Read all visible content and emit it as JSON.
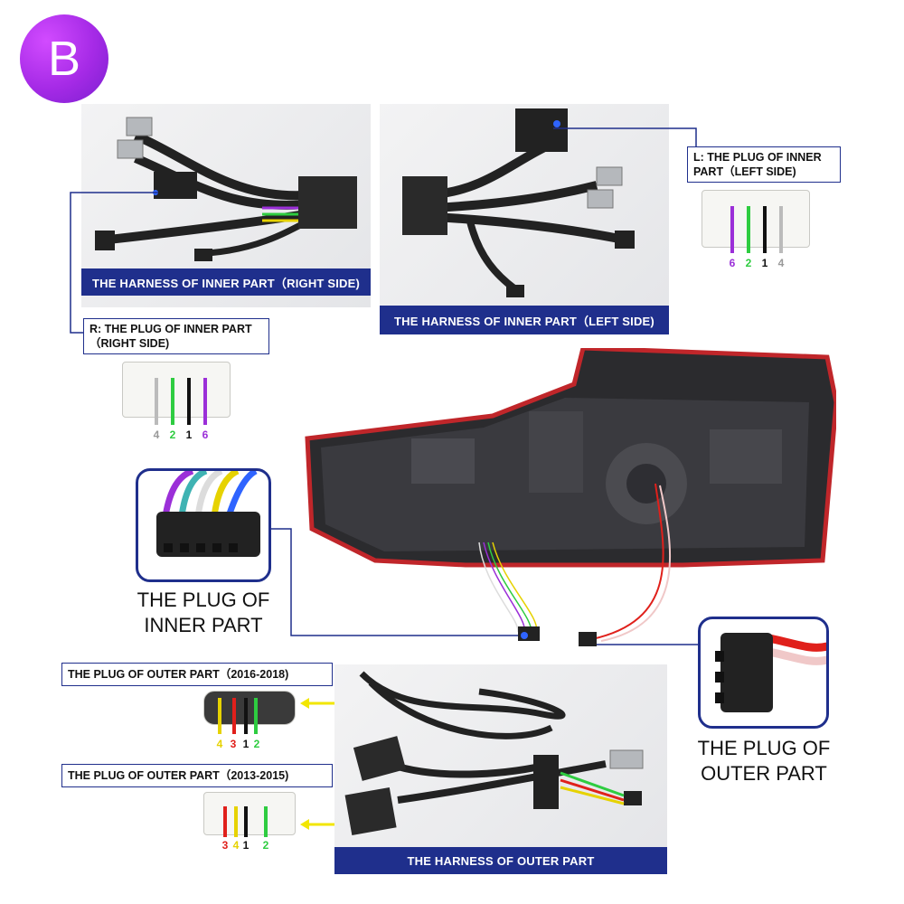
{
  "badge": {
    "letter": "B"
  },
  "colors": {
    "navy": "#1f2f8c",
    "accent_purple": "#a52ae6",
    "arrow_yellow": "#f2e600"
  },
  "panels": {
    "inner_right": {
      "caption": "THE HARNESS OF INNER PART（RIGHT SIDE)"
    },
    "inner_left": {
      "caption": "THE HARNESS OF INNER PART（LEFT SIDE)"
    },
    "outer": {
      "caption": "THE HARNESS OF OUTER PART"
    }
  },
  "labels": {
    "plug_right": "R: THE PLUG OF INNER PART（RIGHT SIDE)",
    "plug_left": "L: THE PLUG OF INNER PART（LEFT SIDE)",
    "outer_2016": "THE PLUG OF OUTER PART（2016-2018)",
    "outer_2013": "THE PLUG OF OUTER PART（2013-2015)"
  },
  "callouts": {
    "inner_line1": "THE PLUG OF",
    "inner_line2": "INNER PART",
    "outer_line1": "THE PLUG OF",
    "outer_line2": "OUTER PART"
  },
  "pins": {
    "left_side": [
      {
        "num": "6",
        "color": "#9b2fd8"
      },
      {
        "num": "2",
        "color": "#2ecc40"
      },
      {
        "num": "1",
        "color": "#111111"
      },
      {
        "num": "4",
        "color": "#bbbbbb"
      }
    ],
    "right_side": [
      {
        "num": "4",
        "color": "#bbbbbb"
      },
      {
        "num": "2",
        "color": "#2ecc40"
      },
      {
        "num": "1",
        "color": "#111111"
      },
      {
        "num": "6",
        "color": "#9b2fd8"
      }
    ],
    "outer_2016": [
      {
        "num": "4",
        "color": "#e6d200"
      },
      {
        "num": "3",
        "color": "#e0201b"
      },
      {
        "num": "1",
        "color": "#111111"
      },
      {
        "num": "2",
        "color": "#2ecc40"
      }
    ],
    "outer_2013": [
      {
        "num": "3",
        "color": "#e0201b"
      },
      {
        "num": "4",
        "color": "#e6d200"
      },
      {
        "num": "1",
        "color": "#111111"
      },
      {
        "num": "2",
        "color": "#2ecc40"
      }
    ]
  }
}
